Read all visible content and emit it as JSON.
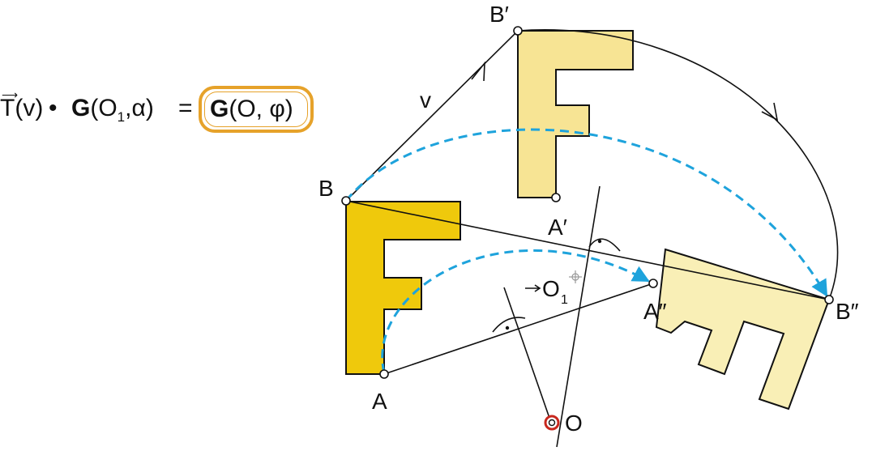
{
  "formula": {
    "t_letter": "T",
    "t_arg": "(v)",
    "dot": "•",
    "g_letter": "G",
    "g_arg_open": "(O",
    "g_arg_sub": "1",
    "g_arg_close": ",α)",
    "equals": "=",
    "result_letter": "G",
    "result_arg": "(O, φ)"
  },
  "labels": {
    "B": "B",
    "B_prime": "B′",
    "B_double": "B″",
    "A": "A",
    "A_prime": "A′",
    "A_double": "A″",
    "O": "O",
    "O1": "O",
    "O1_sub": "1",
    "v": "v",
    "right_angle_dot": "·"
  },
  "colors": {
    "f_original": "#efc90c",
    "f_translated": "#f7e494",
    "f_rotated": "#f9efb6",
    "dashed_arc": "#1ea3dc",
    "highlight_frame": "#e6a22a",
    "center_marker": "#c8281e",
    "line": "#111111"
  }
}
